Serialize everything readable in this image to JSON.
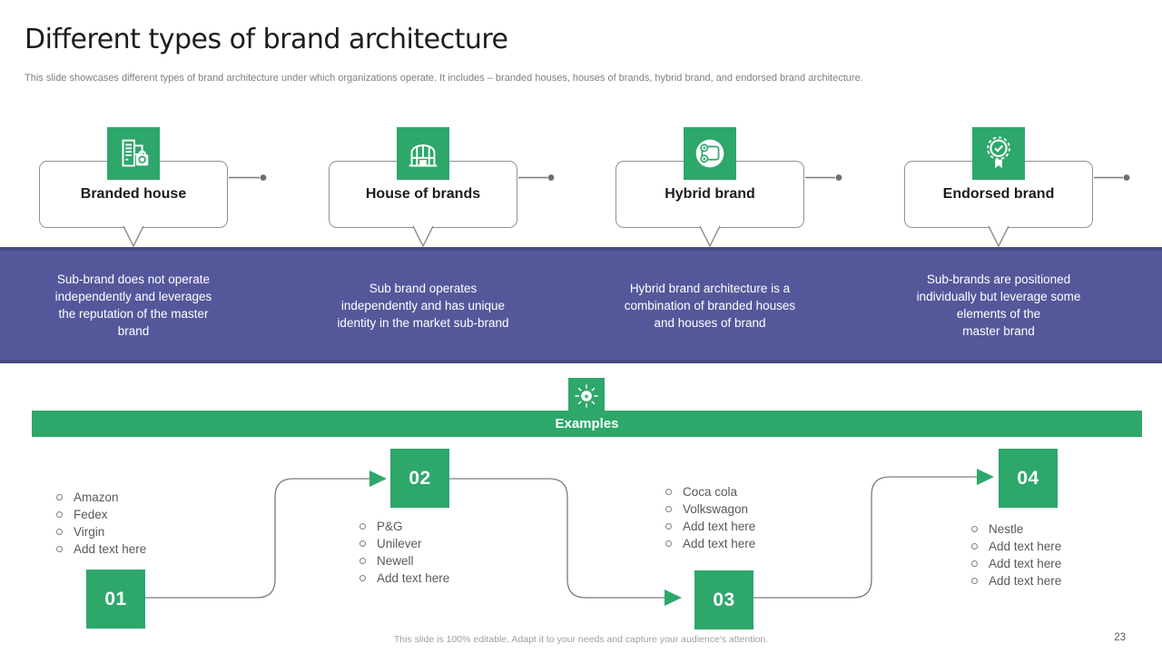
{
  "slide": {
    "title": "Different types of brand architecture",
    "subtitle": "This slide showcases different types of brand architecture under which organizations operate. It includes – branded houses, houses of brands, hybrid brand, and endorsed brand architecture.",
    "footer": "This slide is 100% editable. Adapt it to your needs and capture your audience's attention.",
    "page_number": "23"
  },
  "colors": {
    "green": "#2EA76B",
    "purple": "#55579B",
    "list_text": "#595959"
  },
  "columns": [
    {
      "icon": "branded-house-icon",
      "label": "Branded house",
      "description": "Sub-brand does not operate\nindependently   and leverages\nthe reputation of the master\nbrand"
    },
    {
      "icon": "house-of-brands-icon",
      "label": "House of brands",
      "description": "Sub brand operates\nindependently   and has unique\nidentity in the market sub-brand"
    },
    {
      "icon": "hybrid-brand-icon",
      "label": "Hybrid brand",
      "description": "Hybrid brand architecture is a\ncombination of branded houses\nand houses of brand"
    },
    {
      "icon": "endorsed-brand-icon",
      "label": "Endorsed brand",
      "description": "Sub-brands are positioned\nindividually but leverage some\nelements of the\nmaster brand"
    }
  ],
  "examples": {
    "label": "Examples",
    "icon": "burst-icon"
  },
  "steps": [
    {
      "number": "01",
      "items": [
        "Amazon",
        "Fedex",
        "Virgin",
        "Add text here"
      ]
    },
    {
      "number": "02",
      "items": [
        "P&G",
        "Unilever",
        "Newell",
        "Add text here"
      ]
    },
    {
      "number": "03",
      "items": [
        "Coca cola",
        "Volkswagon",
        "Add text here",
        "Add text here"
      ]
    },
    {
      "number": "04",
      "items": [
        "Nestle",
        "Add text here",
        "Add text here",
        "Add text here"
      ]
    }
  ]
}
